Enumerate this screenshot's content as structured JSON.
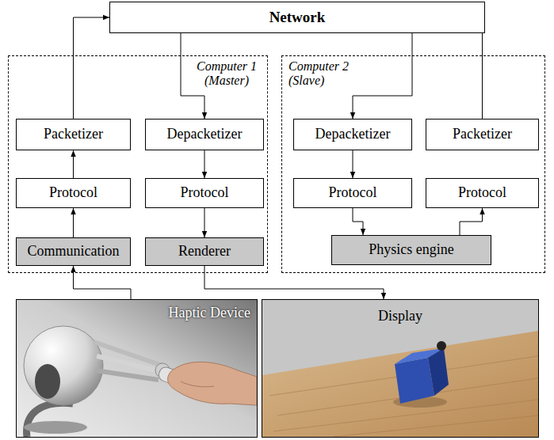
{
  "diagram": {
    "nodes": [
      {
        "text": [
          "Network"
        ]
      },
      {
        "text": [
          "Computer 1 (Master)"
        ]
      },
      {
        "text": [
          "Packetizer"
        ],
        "in": 1
      },
      {
        "text": [
          "Depacketizer"
        ],
        "in": 1
      },
      {
        "text": [
          "Protocol"
        ],
        "in": 1
      },
      {
        "text": [
          "Protocol"
        ],
        "in": 1
      },
      {
        "text": [
          "Communication"
        ],
        "in": 1
      },
      {
        "text": [
          "Renderer"
        ],
        "in": 1
      },
      {
        "text": [
          "Computer 2 (Slave)"
        ]
      },
      {
        "text": [
          "Depacketizer"
        ],
        "in": 8
      },
      {
        "text": [
          "Packetizer"
        ],
        "in": 8
      },
      {
        "text": [
          "Protocol"
        ],
        "in": 8
      },
      {
        "text": [
          "Protocol"
        ],
        "in": 8
      },
      {
        "text": [
          "Physics engine"
        ],
        "in": 8
      },
      {
        "text": [
          "Haptic Device"
        ]
      },
      {
        "text": [
          "Display"
        ]
      }
    ],
    "edges": [
      {
        "from": 2,
        "to": 0,
        "arrow": "to"
      },
      {
        "from": 0,
        "to": 3,
        "arrow": "to"
      },
      {
        "from": 0,
        "to": 9,
        "arrow": "to"
      },
      {
        "from": 10,
        "to": 0,
        "arrow": "to"
      },
      {
        "from": 3,
        "to": 5,
        "arrow": "to"
      },
      {
        "from": 4,
        "to": 2,
        "arrow": "to"
      },
      {
        "from": 6,
        "to": 4,
        "arrow": "to"
      },
      {
        "from": 5,
        "to": 7,
        "arrow": "to"
      },
      {
        "from": 9,
        "to": 11,
        "arrow": "to"
      },
      {
        "from": 11,
        "to": 13,
        "arrow": "to"
      },
      {
        "from": 13,
        "to": 12,
        "arrow": "to"
      },
      {
        "from": 14,
        "to": 6,
        "arrow": "to"
      },
      {
        "from": 7,
        "to": 15,
        "arrow": "to"
      }
    ]
  }
}
